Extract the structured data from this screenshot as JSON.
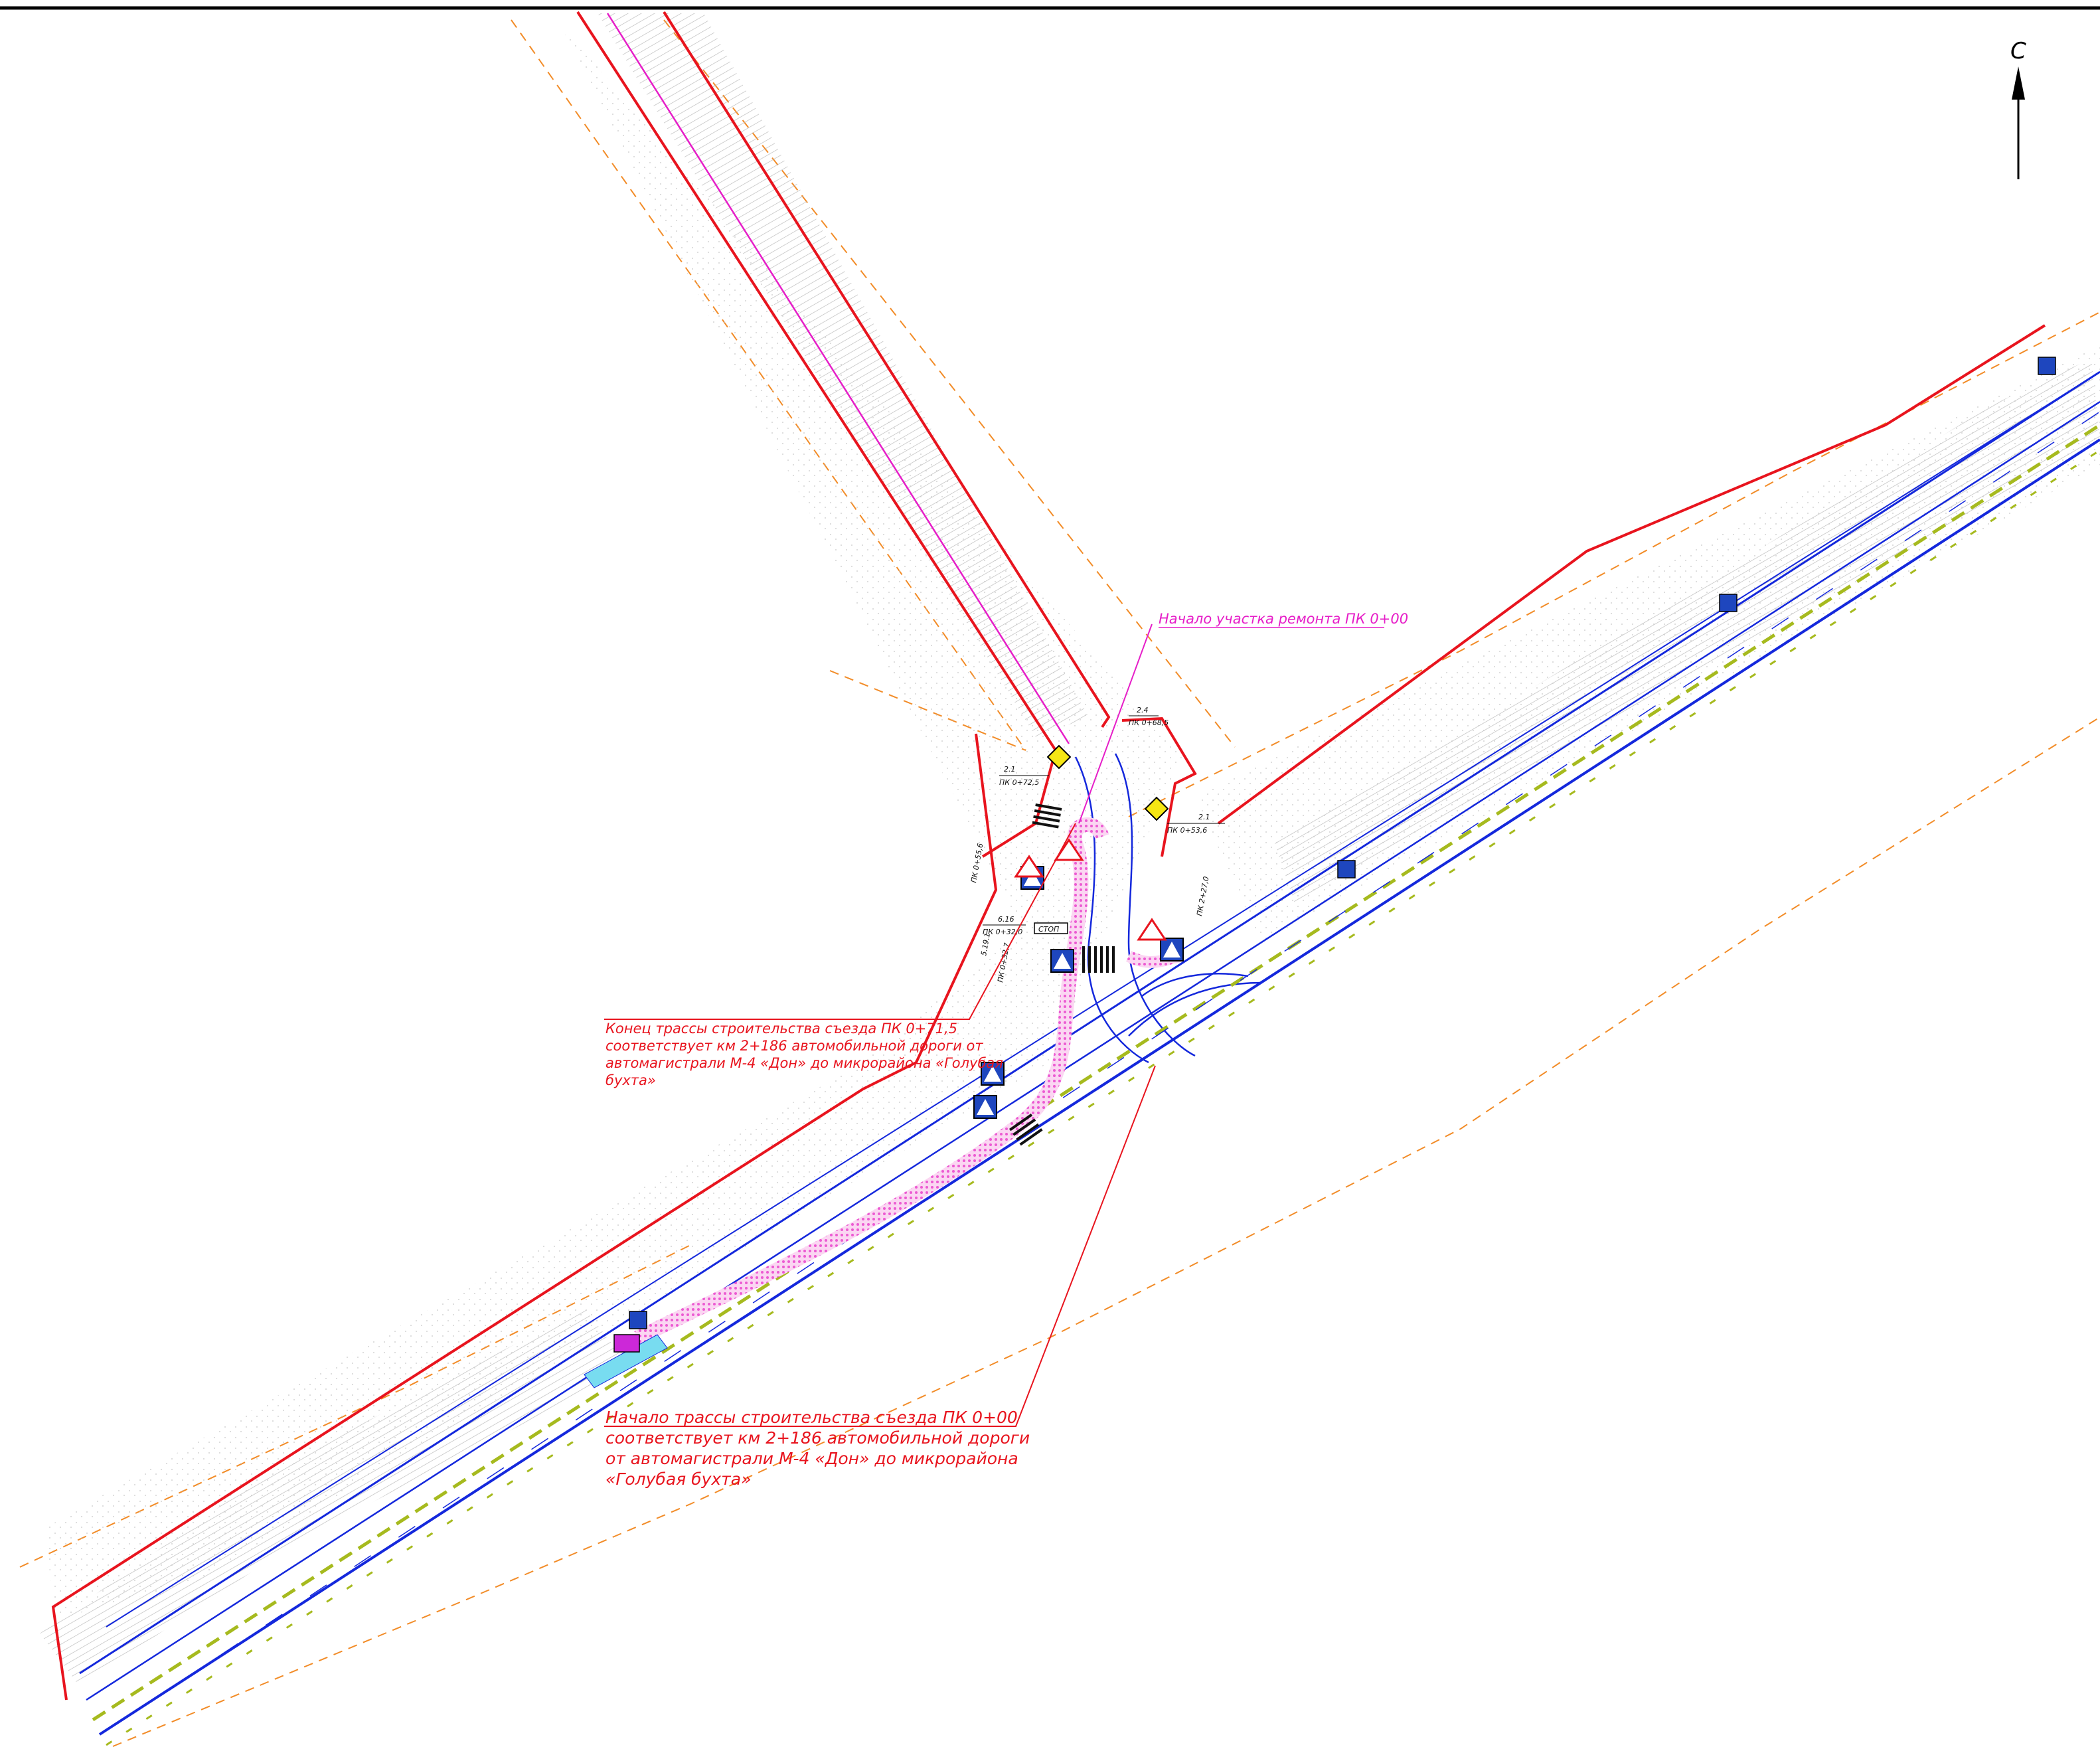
{
  "north_label": "С",
  "notes": {
    "repair_start": "Начало участка ремонта ПК 0+00",
    "route_end": [
      "Конец трассы строительства съезда ПК 0+71,5",
      "соответствует км 2+186 автомобильной дороги от",
      "автомагистрали М-4 «Дон» до микрорайона «Голубая",
      "бухта»"
    ],
    "route_start": [
      "Начало трассы строительства съезда ПК 0+00",
      "соответствует км 2+186 автомобильной дороги",
      "от автомагистрали М-4 «Дон» до микрорайона",
      "«Голубая бухта»"
    ]
  },
  "station_labels": {
    "pk_72_5": "ПК 0+72,5",
    "pk_68_5": "ПК 0+68,5",
    "pk_53_6": "ПК 0+53,6",
    "pk_55_6": "ПК 0+55,6",
    "pk_32_0": "ПК 0+32,0",
    "pk_32_7": "ПК 0+32,7",
    "pk_27_0": "ПК 2+27,0",
    "sign_2_1": "2.1",
    "sign_2_4": "2.4",
    "sign_6_16": "6.16",
    "sign_5_19": "5.19.1",
    "stop_label": "СТОП"
  },
  "colors": {
    "boundary": "#e8141e",
    "axis": "#e61ec8",
    "road_edge": "#1428dc",
    "marking": "#a6ba1e",
    "offset": "#f28c28",
    "pedestrian": "#f58cdc"
  }
}
